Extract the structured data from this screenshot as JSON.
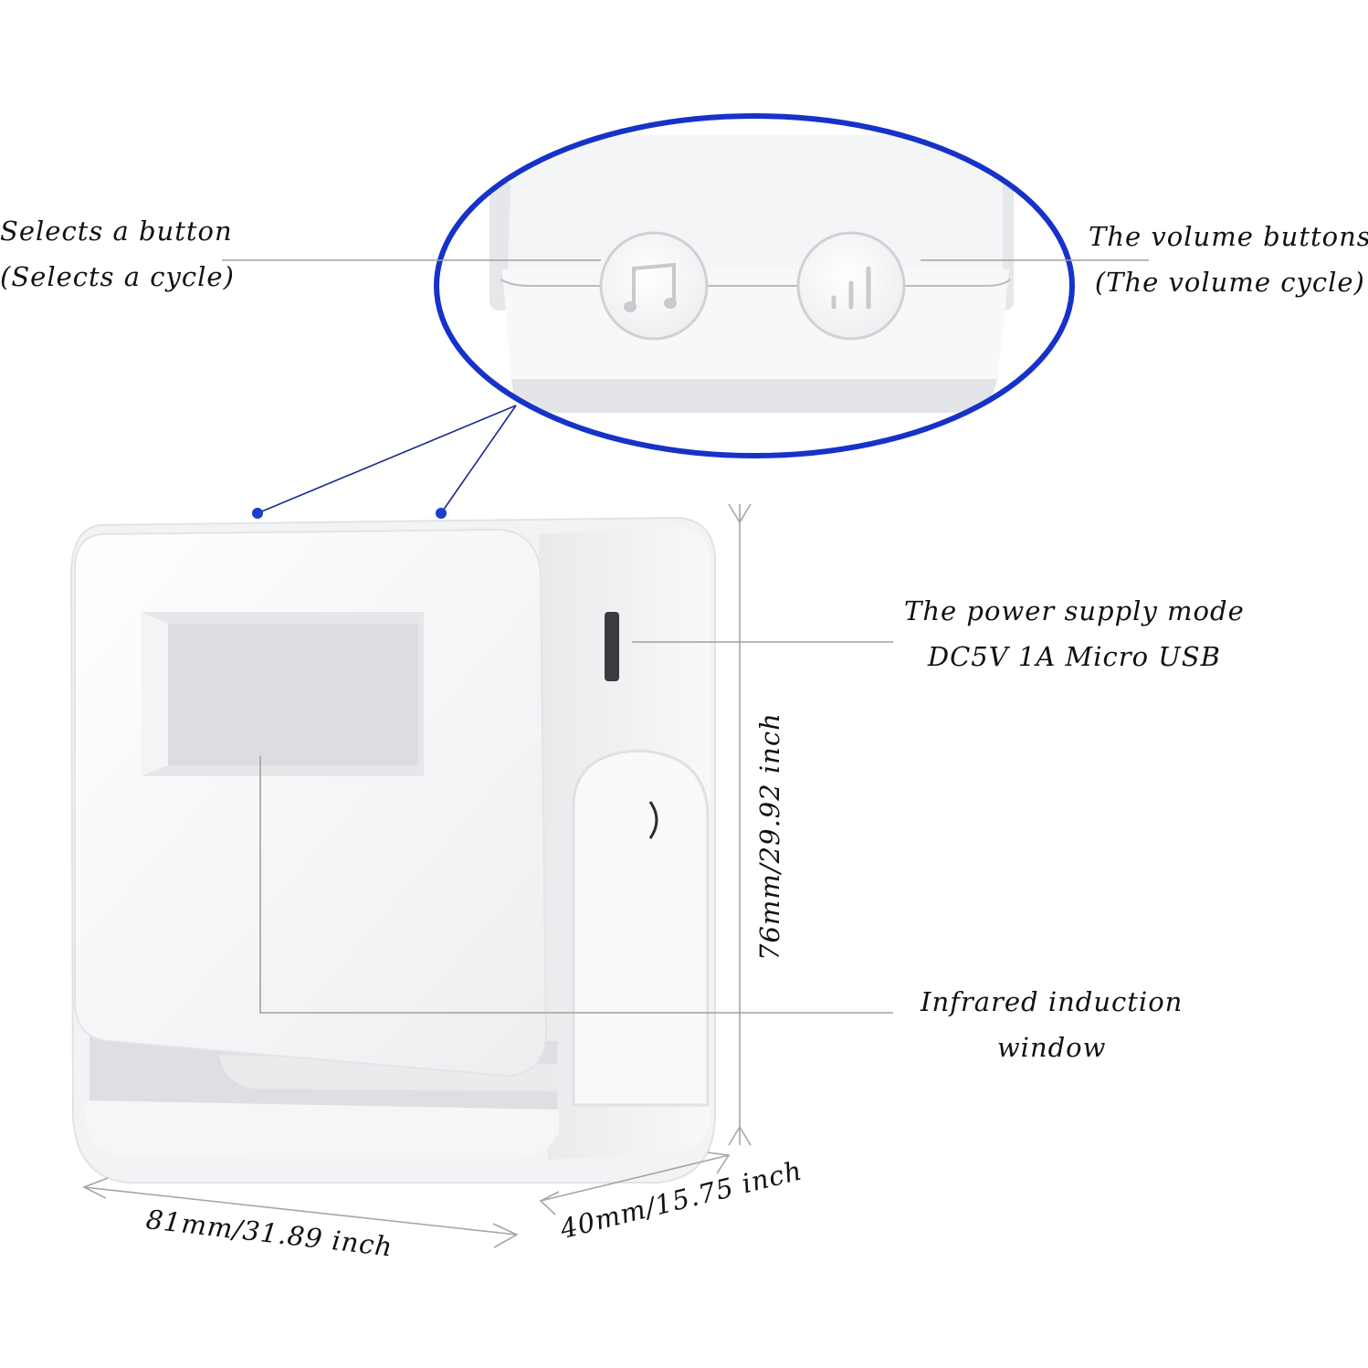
{
  "callouts": {
    "select_button": {
      "line1": "Selects a button",
      "line2": "(Selects a cycle)"
    },
    "volume_buttons": {
      "line1": "The volume buttons",
      "line2": "(The volume cycle)"
    },
    "power_supply": {
      "line1": "The power supply mode",
      "line2": "DC5V 1A Micro USB"
    },
    "infrared_window": {
      "line1": "Infrared induction",
      "line2": "window"
    }
  },
  "dimensions": {
    "height": "76mm/29.92 inch",
    "width": "81mm/31.89 inch",
    "depth": "40mm/15.75 inch"
  },
  "icons": {
    "select_button_icon": "music-note-icon",
    "volume_button_icon": "volume-bars-icon"
  },
  "colors": {
    "zoom_ring": "#1632c8",
    "anchor_dot": "#1a3fd0",
    "leader_line": "#9a9a9a",
    "device_body": "#f7f7f8",
    "device_shadow": "#dcdde0"
  }
}
